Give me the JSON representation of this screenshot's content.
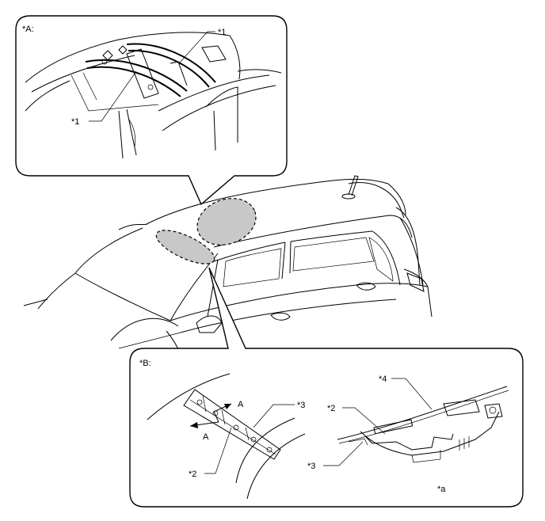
{
  "callouts": {
    "A": {
      "title": "*A:",
      "labels": [
        "*1",
        "*1"
      ]
    },
    "B": {
      "title": "*B:",
      "labels": [
        "*3",
        "*2",
        "*4",
        "*2",
        "*3",
        "*a"
      ],
      "section_marks": [
        "A",
        "A"
      ]
    }
  }
}
